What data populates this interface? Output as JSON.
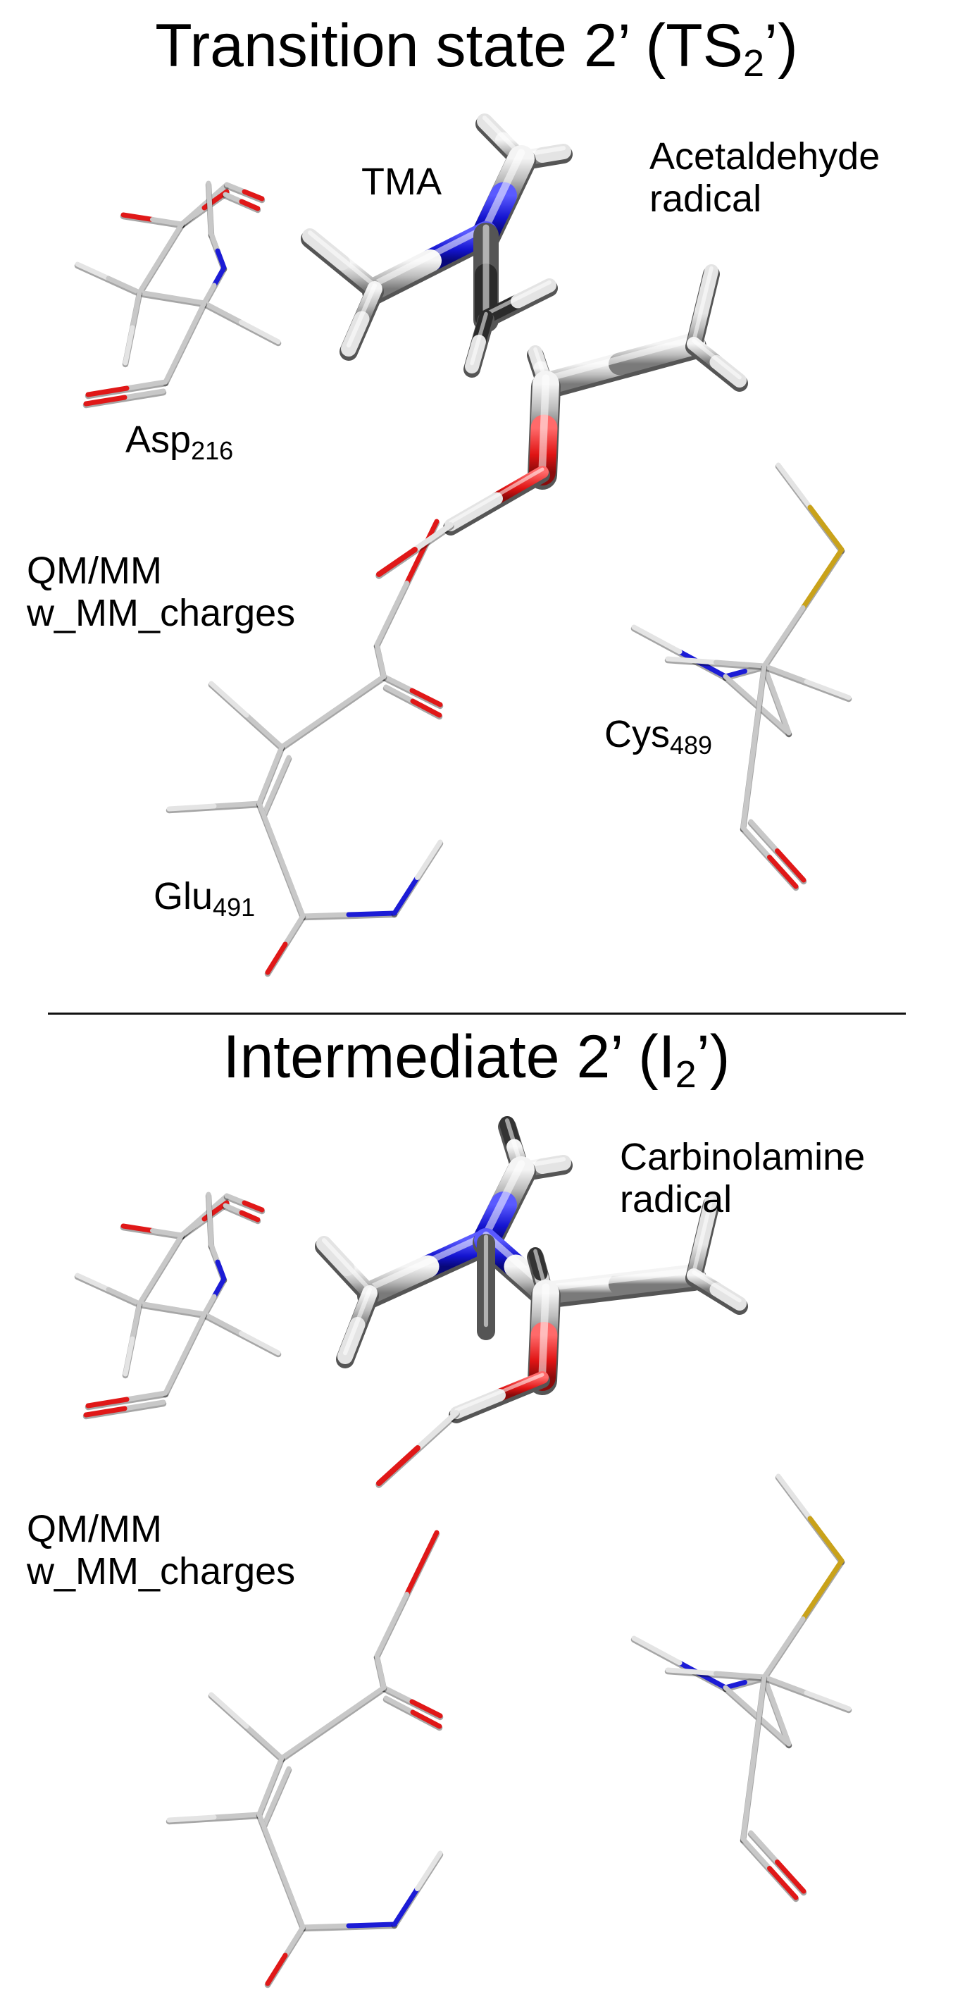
{
  "panels": [
    {
      "title": {
        "main": "Transition state 2’ (TS",
        "sub": "2",
        "tail": "’)"
      },
      "labels": {
        "tma": "TMA",
        "radical": [
          "Acetaldehyde",
          "radical"
        ],
        "asp": {
          "name": "Asp",
          "sub": "216"
        },
        "method": [
          "QM/MM",
          "w_MM_charges"
        ],
        "cys": {
          "name": "Cys",
          "sub": "489"
        },
        "glu": {
          "name": "Glu",
          "sub": "491"
        }
      }
    },
    {
      "title": {
        "main": "Intermediate 2’ (I",
        "sub": "2",
        "tail": "’)"
      },
      "labels": {
        "radical": [
          "Carbinolamine",
          "radical"
        ],
        "method": [
          "QM/MM",
          "w_MM_charges"
        ]
      }
    }
  ],
  "colors": {
    "carbon": "#c8c8c8",
    "nitrogen": "#1c1cd6",
    "oxygen": "#e01818",
    "sulfur": "#c9a21a",
    "hydrogen": "#e4e4e4"
  }
}
